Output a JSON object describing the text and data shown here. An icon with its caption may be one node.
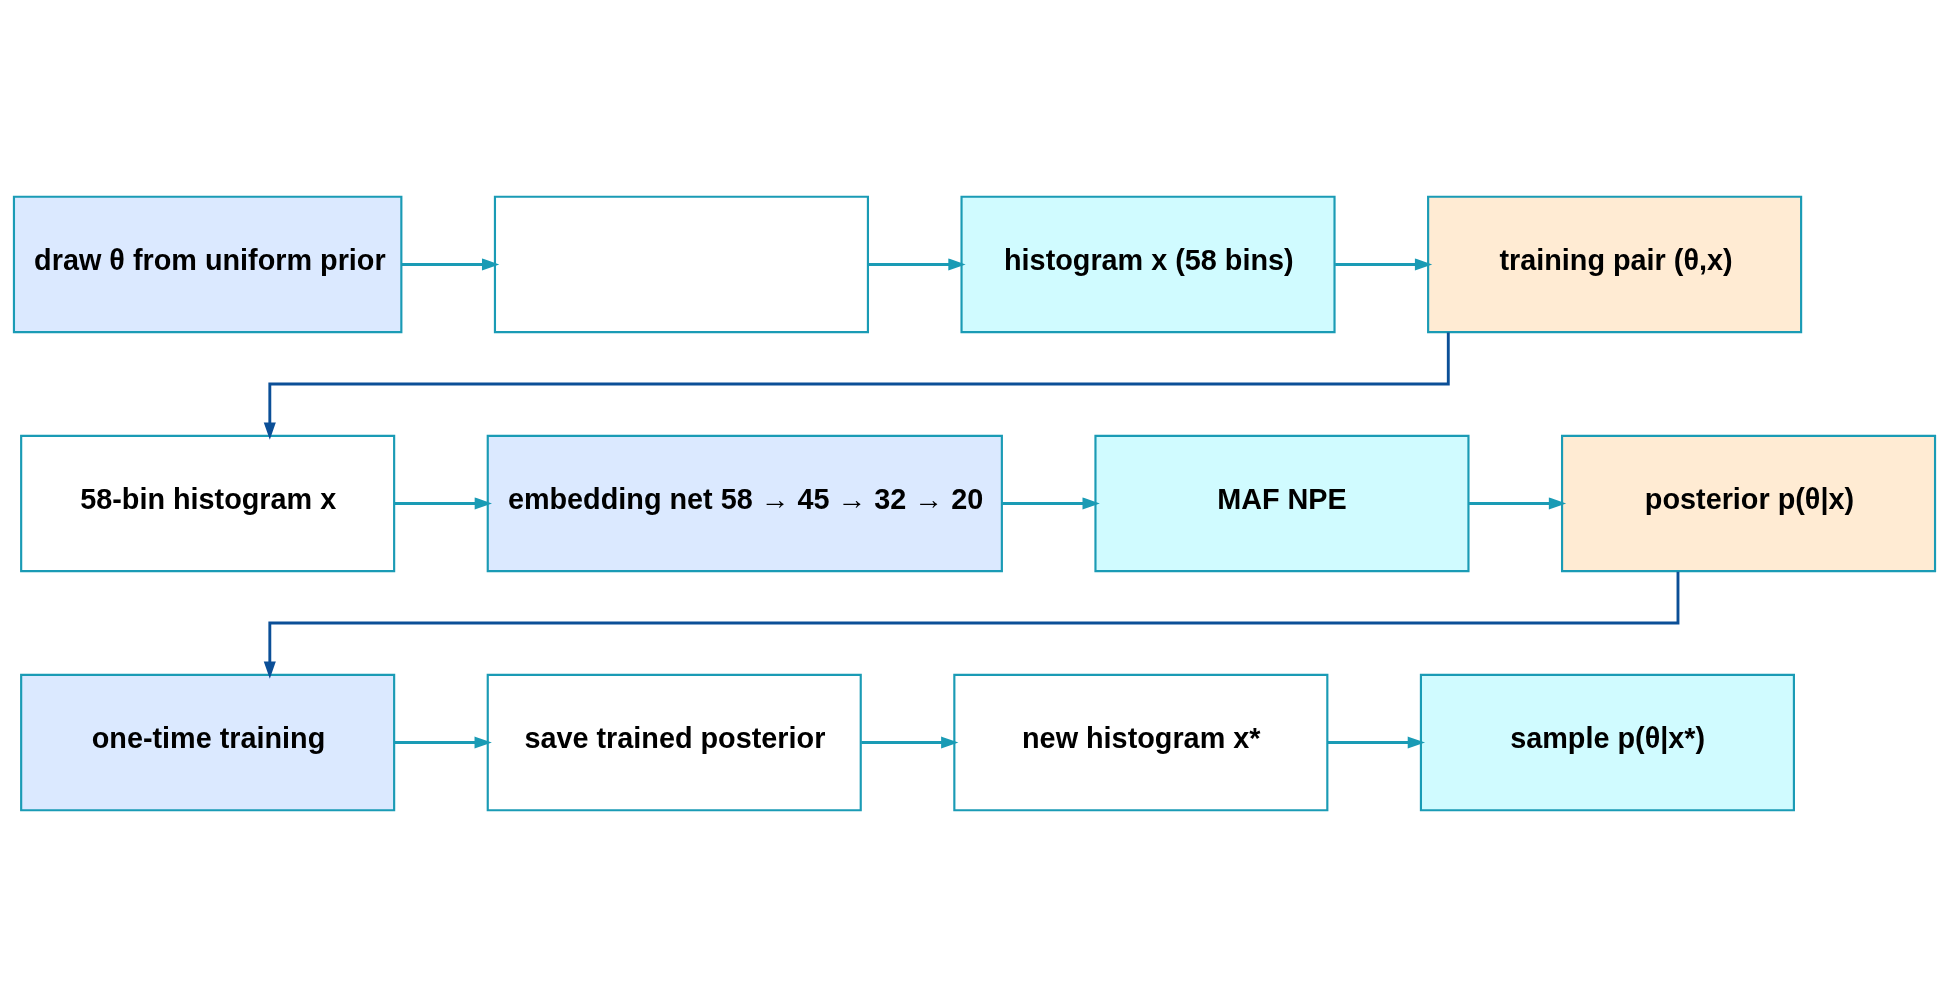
{
  "diagram": {
    "nodes": [
      {
        "text": [
          "draw θ from uniform prior"
        ]
      },
      {
        "text": [],
        "shape": "box"
      },
      {
        "text": [
          "histogram x (58 bins)"
        ]
      },
      {
        "text": [
          "training pair (θ,x)"
        ]
      },
      {
        "text": [
          "58-bin histogram x"
        ]
      },
      {
        "text": [
          "embedding net 58 → 45 → 32 → 20"
        ]
      },
      {
        "text": [
          "MAF NPE"
        ]
      },
      {
        "text": [
          "posterior p(θ|x)"
        ]
      },
      {
        "text": [
          "one-time training"
        ]
      },
      {
        "text": [
          "save trained posterior"
        ]
      },
      {
        "text": [
          "new histogram x*"
        ]
      },
      {
        "text": [
          "sample p(θ|x*)"
        ]
      }
    ],
    "edges": [
      {
        "from": 0,
        "to": 1,
        "arrow": "to"
      },
      {
        "from": 1,
        "to": 2,
        "arrow": "to"
      },
      {
        "from": 2,
        "to": 3,
        "arrow": "to"
      },
      {
        "from": 3,
        "to": 4,
        "arrow": "to",
        "color": "#0b4f97"
      },
      {
        "from": 4,
        "to": 5,
        "arrow": "to"
      },
      {
        "from": 5,
        "to": 6,
        "arrow": "to"
      },
      {
        "from": 6,
        "to": 7,
        "arrow": "to"
      },
      {
        "from": 7,
        "to": 8,
        "arrow": "to",
        "color": "#0b4f97"
      },
      {
        "from": 8,
        "to": 9,
        "arrow": "to"
      },
      {
        "from": 9,
        "to": 10,
        "arrow": "to"
      },
      {
        "from": 10,
        "to": 11,
        "arrow": "to"
      }
    ]
  }
}
